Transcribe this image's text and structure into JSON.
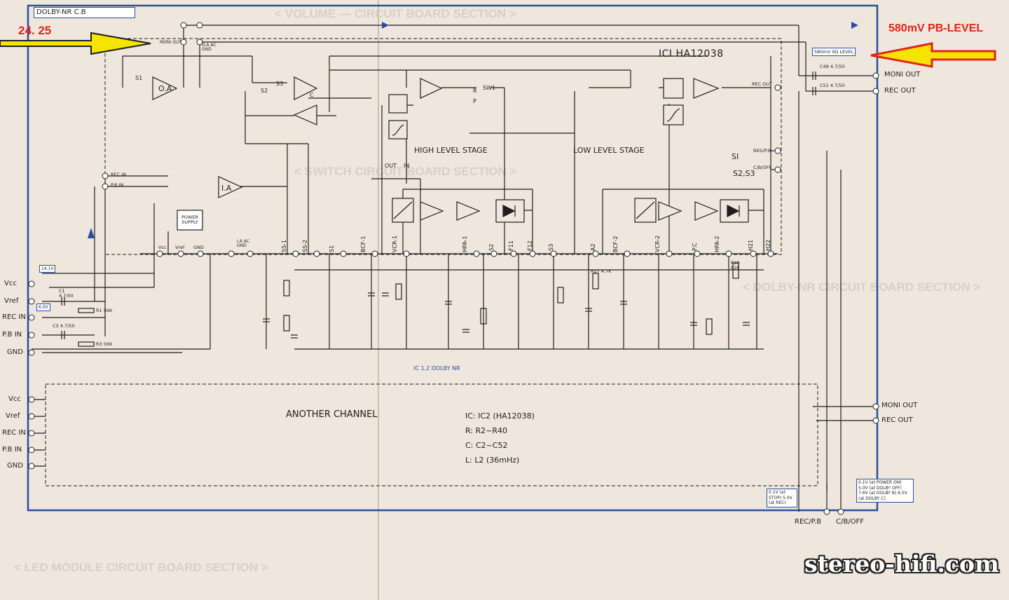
{
  "board_title": "DOLBY-NR C.B",
  "annotations": {
    "left_arrow_label": "24. 25",
    "right_arrow_label": "580mV PB-LEVEL",
    "level_box": "580mV 0Ω LEVEL"
  },
  "ic": {
    "label": "ICI HA12038",
    "stages": {
      "high": "HIGH LEVEL STAGE",
      "low": "LOW LEVEL STAGE"
    },
    "footnote": "IC 1,2 DOLBY NR"
  },
  "blocks": {
    "oa": "O.A",
    "ia": "I.A",
    "power_supply": "POWER SUPPLY",
    "moni_out_int": "MONI OUT",
    "oa_ac_gnd": "O.A AC GND",
    "rec_in_int": "REC IN",
    "pb_in_int": "P.B IN",
    "rec_out_int": "REC OUT",
    "ia_ac_gnd": "I.A AC GND",
    "vcc": "Vcc",
    "vref": "Vref",
    "gnd": "GND",
    "reg_pb": "REG/P.B",
    "cb_off": "C/B/OFF",
    "s1": "SI",
    "s2s3": "S2,S3"
  },
  "switches": [
    "S1",
    "S2",
    "S3",
    "SW1",
    "OUT",
    "IN",
    "R",
    "P",
    "C"
  ],
  "top_pins": [
    "SS-1",
    "SS-2",
    "S1",
    "BCF-1",
    "VCR-1",
    "HPA-1",
    "S2",
    "F11",
    "F12",
    "S3",
    "A2",
    "BCF-2",
    "VCR-2",
    "P.C",
    "HPA-2",
    "H21",
    "H22"
  ],
  "components": {
    "c49": "C49 4.7/50",
    "c51": "C51 4.7/50",
    "c1": "C1 4.7/50",
    "c3": "C3 4.7/50",
    "r1": "R1 56K",
    "r3": "R3 56K",
    "r27": "R27 4.7K",
    "r39": "R39 82K"
  },
  "another_channel": {
    "label": "ANOTHER CHANNEL",
    "lines": [
      "IC: IC2     (HA12038)",
      "R: R2~R40",
      "C: C2~C52",
      "L: L2      (36mHz)"
    ]
  },
  "left_pins": [
    "Vcc",
    "Vref",
    "REC IN",
    "P.B IN",
    "GND",
    "Vcc",
    "Vref",
    "REC IN",
    "P.B IN",
    "GND"
  ],
  "voltage_tags": [
    "14.1V",
    "6.0V"
  ],
  "right_pins": [
    "MONI OUT",
    "REC OUT",
    "MONI OUT",
    "REC OUT"
  ],
  "bottom_pins": [
    "REC/P.B",
    "C/B/OFF"
  ],
  "rec_pb_note": "0.1V (at STOP) 5.0V (at REC)",
  "cb_note": "0.1V (at POWER ON) 5.0V (at DOLBY OFF) 7.6V (at DOLBY B) 6.5V (at DOLBY C)",
  "watermark": "stereo-hifi.com",
  "background_text": [
    "< VOLUME — CIRCUIT BOARD SECTION >",
    "< DOLBY-NR CIRCUIT BOARD SECTION >",
    "< SWITCH CIRCUIT BOARD SECTION >",
    "< LED MODULE CIRCUIT BOARD SECTION >",
    "ANOTHER"
  ],
  "colors": {
    "paper": "#efe7dd",
    "schematic_ink": "#1e1e1e",
    "board_border": "#2a4f9e",
    "annotation_red": "#e0241b",
    "arrow_yellow": "#f5e400"
  }
}
